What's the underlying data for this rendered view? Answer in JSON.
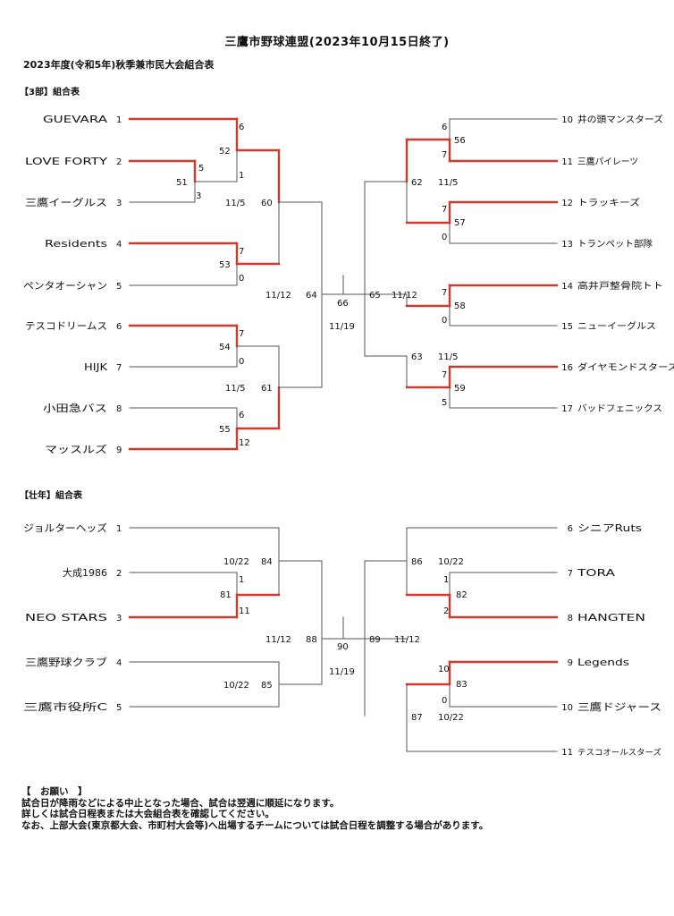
{
  "header": {
    "title": "三鷹市野球連盟(2023年10月15日終了)",
    "subtitle": "2023年度(令和5年)秋季兼市民大会組合表"
  },
  "colors": {
    "line": "#555555",
    "winner": "#d03a2c"
  },
  "section3": {
    "label": "【3部】組合表",
    "left_teams": [
      {
        "num": "1",
        "name": "GUEVARA"
      },
      {
        "num": "2",
        "name": "LOVE FORTY"
      },
      {
        "num": "3",
        "name": "三鷹イーグルス"
      },
      {
        "num": "4",
        "name": "Residents"
      },
      {
        "num": "5",
        "name": "ペンタオーシャン"
      },
      {
        "num": "6",
        "name": "テスコドリームス"
      },
      {
        "num": "7",
        "name": "HIJK"
      },
      {
        "num": "8",
        "name": "小田急バス"
      },
      {
        "num": "9",
        "name": "マッスルズ"
      }
    ],
    "right_teams": [
      {
        "num": "10",
        "name": "井の頭マンスターズ"
      },
      {
        "num": "11",
        "name": "三鷹パイレーツ"
      },
      {
        "num": "12",
        "name": "トラッキーズ"
      },
      {
        "num": "13",
        "name": "トランペット部隊"
      },
      {
        "num": "14",
        "name": "高井戸整骨院トト"
      },
      {
        "num": "15",
        "name": "ニューイーグルス"
      },
      {
        "num": "16",
        "name": "ダイヤモンドスターズ"
      },
      {
        "num": "17",
        "name": "バッドフェニックス"
      }
    ],
    "labels": {
      "g51": "51",
      "g52": "52",
      "g53": "53",
      "g54": "54",
      "g55": "55",
      "g60": "60",
      "g61": "61",
      "g64": "64",
      "g66": "66",
      "g65": "65",
      "g56": "56",
      "g57": "57",
      "g62": "62",
      "g58": "58",
      "g59": "59",
      "g63": "63",
      "d60": "11/5",
      "d61": "11/5",
      "d64": "11/12",
      "d66": "11/19",
      "d62": "11/5",
      "d65": "11/12",
      "d63": "11/5",
      "s51a": "5",
      "s51b": "3",
      "s52a": "6",
      "s52b": "1",
      "s53a": "7",
      "s53b": "0",
      "s54a": "7",
      "s54b": "0",
      "s55a": "6",
      "s55b": "12",
      "s56a": "6",
      "s56b": "7",
      "s57a": "7",
      "s57b": "0",
      "s58a": "7",
      "s58b": "0",
      "s59a": "7",
      "s59b": "5"
    }
  },
  "senior": {
    "label": "【壮年】組合表",
    "left_teams": [
      {
        "num": "1",
        "name": "ジョルターヘッズ"
      },
      {
        "num": "2",
        "name": "大成1986"
      },
      {
        "num": "3",
        "name": "NEO STARS"
      },
      {
        "num": "4",
        "name": "三鷹野球クラブ"
      },
      {
        "num": "5",
        "name": "三鷹市役所C"
      }
    ],
    "right_teams": [
      {
        "num": "6",
        "name": "シニアRuts"
      },
      {
        "num": "7",
        "name": "TORA"
      },
      {
        "num": "8",
        "name": "HANGTEN"
      },
      {
        "num": "9",
        "name": "Legends"
      },
      {
        "num": "10",
        "name": "三鷹ドジャース"
      },
      {
        "num": "11",
        "name": "テスコオールスターズ"
      }
    ],
    "labels": {
      "g81": "81",
      "g84": "84",
      "g85": "85",
      "g88": "88",
      "g90": "90",
      "g89": "89",
      "g86": "86",
      "g82": "82",
      "g83": "83",
      "g87": "87",
      "d84": "10/22",
      "d85": "10/22",
      "d88": "11/12",
      "d90": "11/19",
      "d86": "10/22",
      "d89": "11/12",
      "d87": "10/22",
      "s81a": "1",
      "s81b": "11",
      "s82a": "1",
      "s82b": "2",
      "s83a": "10",
      "s83b": "0"
    }
  },
  "notes": {
    "heading": "【　お願い　】",
    "lines": [
      "試合日が降雨などによる中止となった場合、試合は翌週に順延になります。",
      "詳しくは試合日程表または大会組合表を確認してください。",
      "なお、上部大会(東京都大会、市町村大会等)へ出場するチームについては試合日程を調整する場合があります。"
    ]
  }
}
